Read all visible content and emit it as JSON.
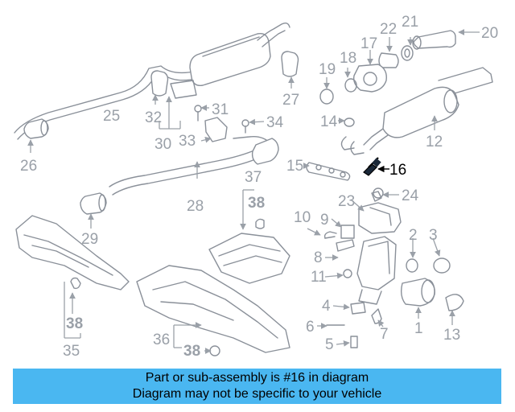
{
  "callouts": {
    "c1": "1",
    "c2": "2",
    "c3": "3",
    "c4": "4",
    "c5": "5",
    "c6": "6",
    "c7": "7",
    "c8": "8",
    "c9": "9",
    "c10": "10",
    "c11": "11",
    "c12": "12",
    "c13": "13",
    "c14": "14",
    "c15": "15",
    "c16": "16",
    "c17": "17",
    "c18": "18",
    "c19": "19",
    "c20": "20",
    "c21": "21",
    "c22": "22",
    "c23": "23",
    "c24": "24",
    "c25": "25",
    "c26": "26",
    "c27": "27",
    "c28": "28",
    "c29": "29",
    "c30": "30",
    "c31": "31",
    "c32": "32",
    "c33": "33",
    "c34": "34",
    "c35": "35",
    "c36": "36",
    "c37": "37",
    "c38a": "38",
    "c38b": "38",
    "c38c": "38"
  },
  "highlighted_part": "16",
  "colors": {
    "banner": "#4ab7f1",
    "lines": "#8a9099",
    "highlight": "#000000"
  },
  "banner": {
    "line1": "Part or sub-assembly is #16 in diagram",
    "line2": "Diagram may not be specific to your vehicle"
  }
}
